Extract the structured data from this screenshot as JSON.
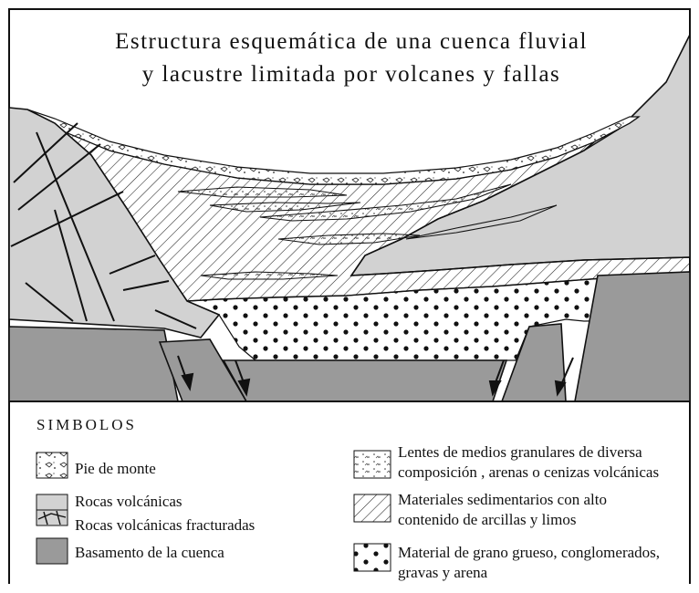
{
  "diagram": {
    "title_lines": [
      "Estructura esquemática de una cuenca fluvial",
      "y lacustre limitada por volcanes y fallas"
    ],
    "legend": {
      "heading": "SIMBOLOS",
      "items": [
        {
          "pattern": "pie-de-monte",
          "lines": [
            "Pie de monte"
          ]
        },
        {
          "pattern": "rocas-volcanicas",
          "lines": [
            "Rocas volcánicas"
          ]
        },
        {
          "pattern": "rocas-volcanicas-fracturadas",
          "lines": [
            "Rocas volcánicas fracturadas"
          ]
        },
        {
          "pattern": "basamento",
          "lines": [
            "Basamento de la cuenca"
          ]
        },
        {
          "pattern": "lentes-granulares",
          "lines": [
            "Lentes de medios granulares de diversa",
            "composición , arenas o cenizas volcánicas"
          ]
        },
        {
          "pattern": "materiales-sedimentarios",
          "lines": [
            "Materiales sedimentarios con alto",
            "contenido de arcillas y limos"
          ]
        },
        {
          "pattern": "material-grueso",
          "lines": [
            "Material de grano grueso, conglomerados,",
            "gravas y arena"
          ]
        }
      ]
    },
    "colors": {
      "volcanic_rock": "#d2d2d2",
      "basement": "#9a9a9a",
      "outline": "#111111",
      "background": "#ffffff"
    }
  }
}
